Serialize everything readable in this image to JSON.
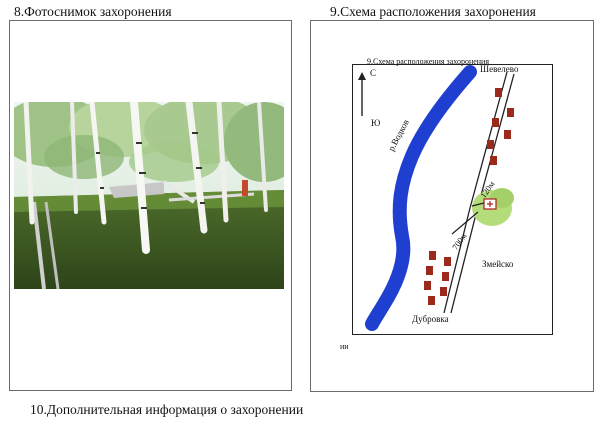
{
  "sections": {
    "photo_caption": "8.Фотоснимок захоронения",
    "scheme_caption": "9.Схема расположения захоронения",
    "additional_caption": "10.Дополнительная информация о захоронении"
  },
  "scheme": {
    "inner_title": "9.Схема расположения захоронения",
    "north": "С",
    "south": "Ю",
    "river": "р.Водков",
    "village_top": "Шевелево",
    "village_mid": "Змейско",
    "village_bottom": "Дубровка",
    "dist_near": "120м",
    "dist_far": "700м",
    "footnote": "ии"
  },
  "colors": {
    "river": "#1f3fd0",
    "house": "#9c2a1c",
    "bush": "#b5dc7a",
    "grass": "#3c5a22"
  }
}
